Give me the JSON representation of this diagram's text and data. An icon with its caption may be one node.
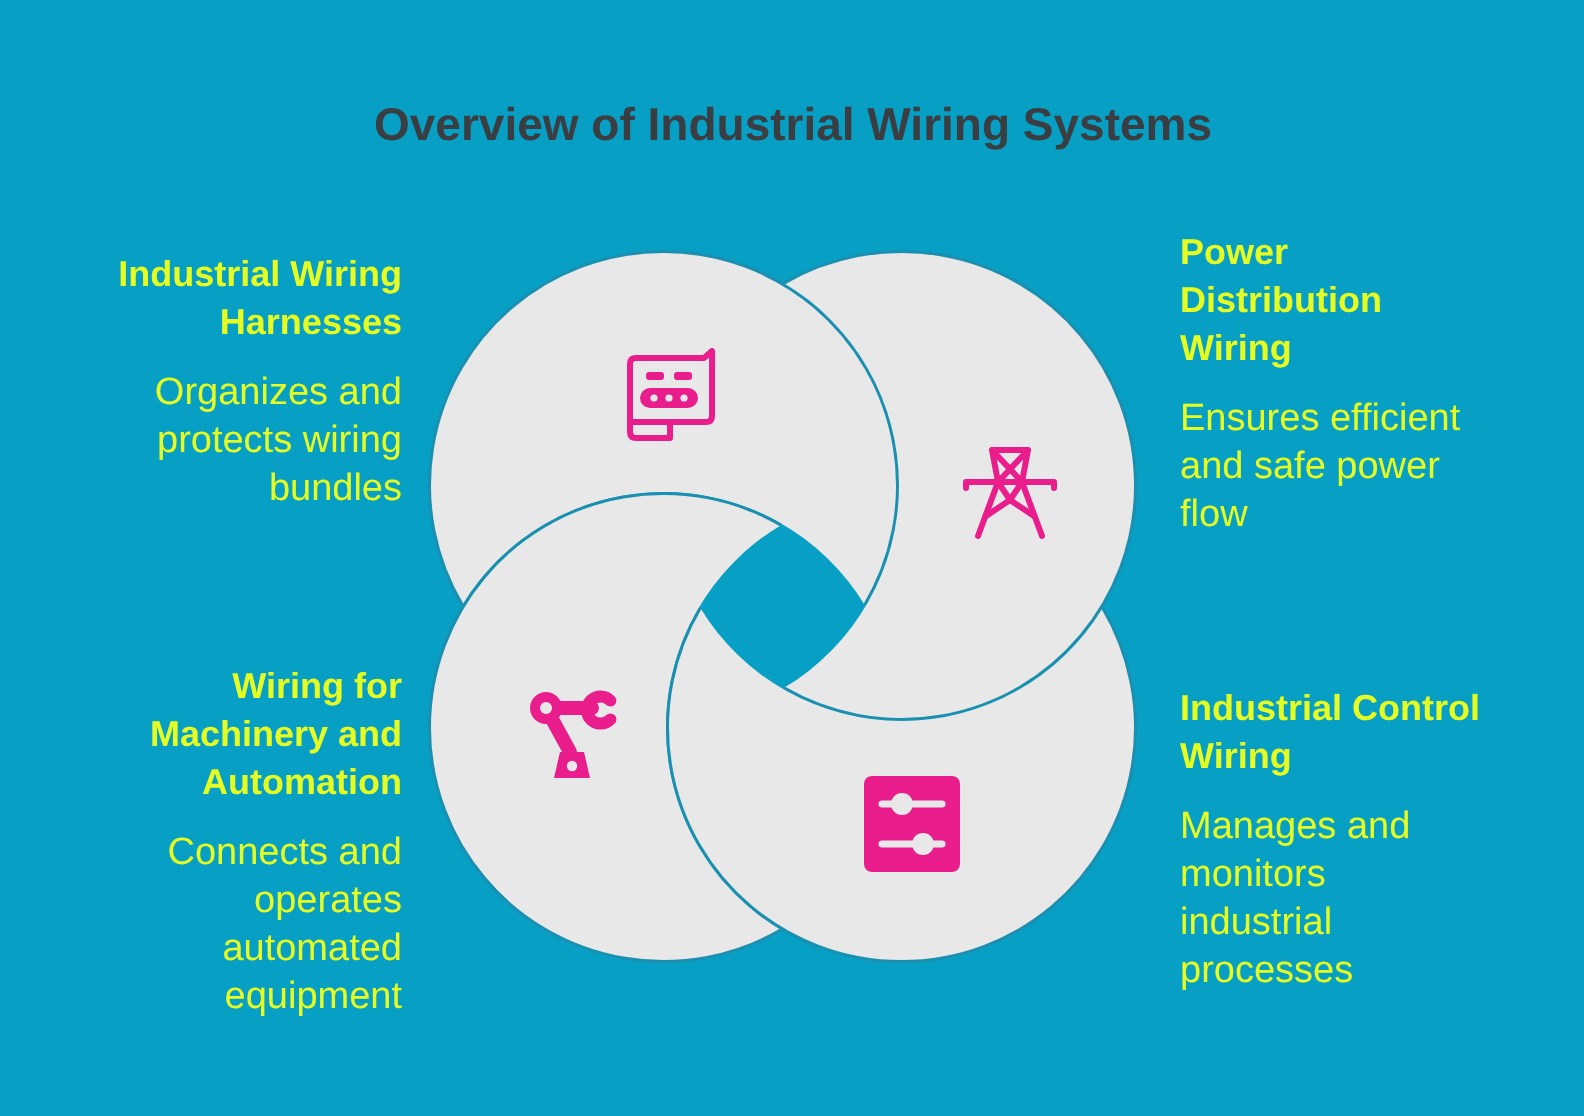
{
  "diagram": {
    "title": "Overview of Industrial Wiring Systems",
    "nodes": [
      {
        "text": [
          "Industrial Wiring Harnesses",
          "Organizes and protects wiring bundles"
        ]
      },
      {
        "text": [
          "Power Distribution Wiring",
          "Ensures efficient and safe power flow"
        ]
      },
      {
        "text": [
          "Wiring for Machinery and Automation",
          "Connects and operates automated equipment"
        ]
      },
      {
        "text": [
          "Industrial Control Wiring",
          "Manages and monitors industrial processes"
        ]
      }
    ]
  }
}
